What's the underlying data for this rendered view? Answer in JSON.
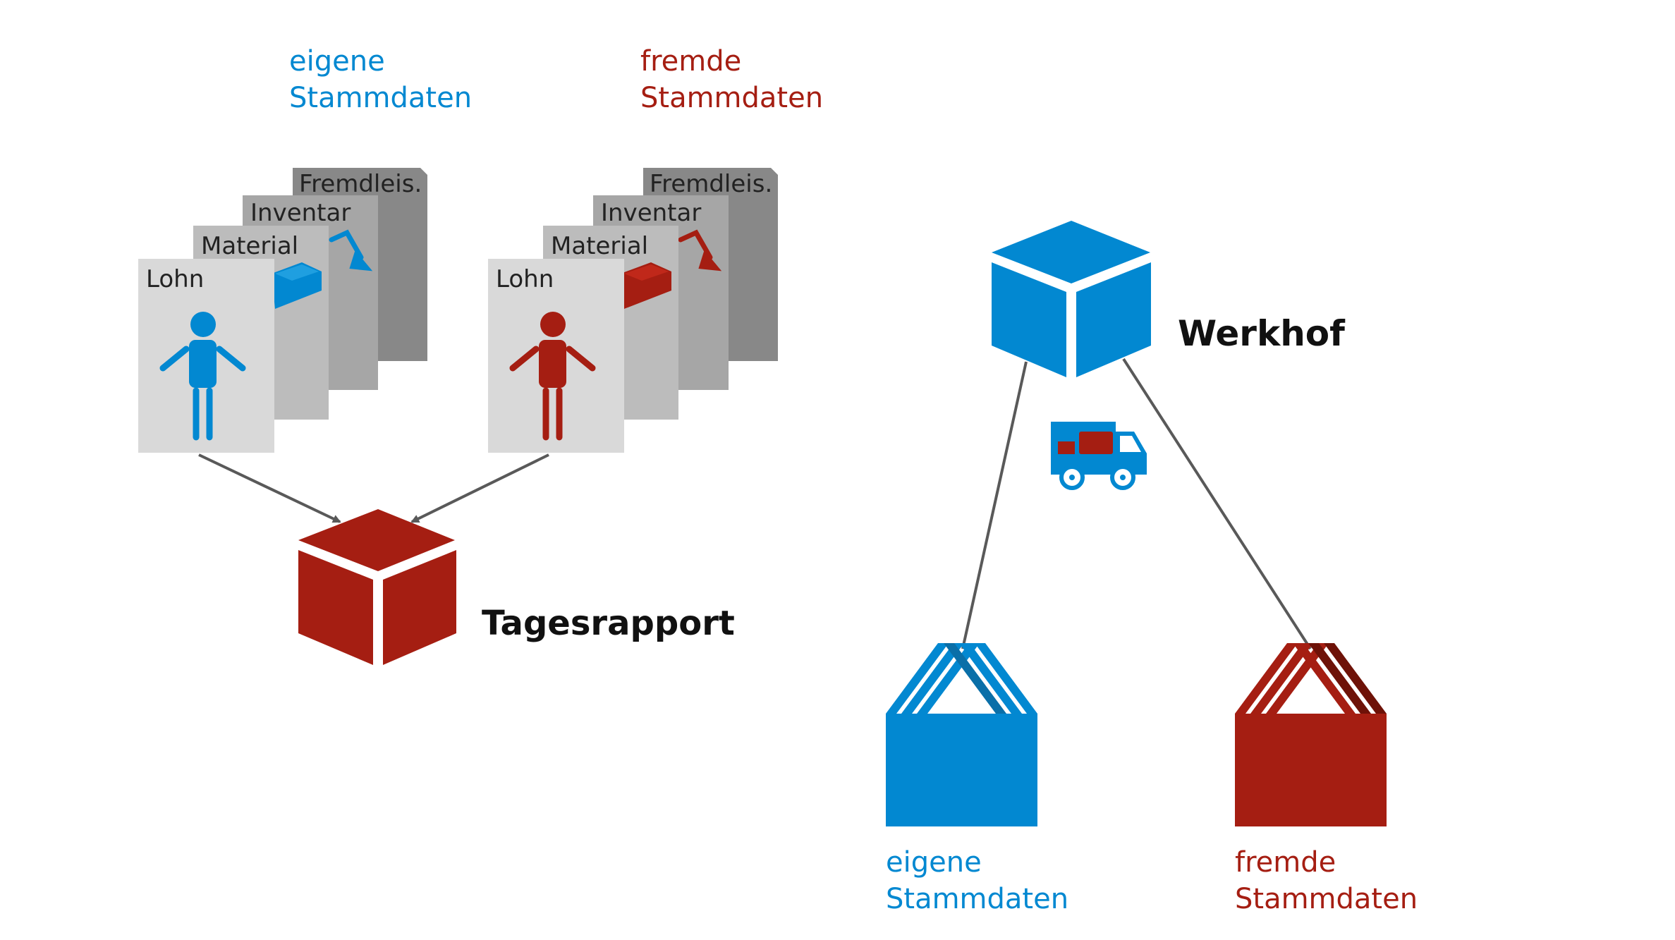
{
  "colors": {
    "blue": "#0288d1",
    "red": "#a51e12",
    "dark_red": "#6e1208",
    "gray_light": "#d9d9d9",
    "gray_mid": "#bcbcbc",
    "gray_dark": "#a6a6a6",
    "gray_darker": "#888888",
    "line": "#595959"
  },
  "left_group": {
    "own_header": {
      "line1": "eigene",
      "line2": "Stammdaten"
    },
    "foreign_header": {
      "line1": "fremde",
      "line2": "Stammdaten"
    },
    "cards": [
      "Fremdleis.",
      "Inventar",
      "Material",
      "Lohn"
    ],
    "card_icons": [
      "excavator-icon",
      "brick-icon",
      "person-icon"
    ],
    "target": {
      "label": "Tagesrapport",
      "icon": "cube-icon"
    }
  },
  "right_group": {
    "hub": {
      "label": "Werkhof",
      "icon": "cube-icon"
    },
    "vehicle_icon": "truck-icon",
    "own_store": {
      "line1": "eigene",
      "line2": "Stammdaten",
      "icon": "warehouse-icon"
    },
    "foreign_store": {
      "line1": "fremde",
      "line2": "Stammdaten",
      "icon": "warehouse-icon"
    }
  }
}
